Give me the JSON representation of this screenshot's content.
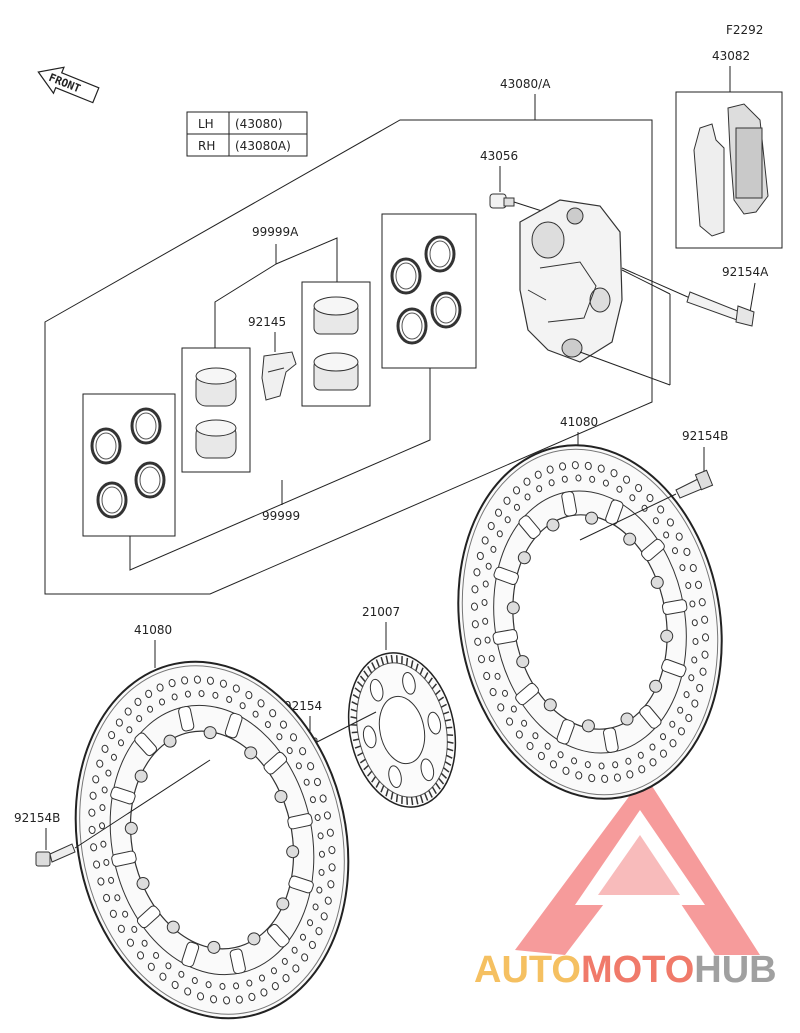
{
  "diagram": {
    "code": "F2292",
    "front_label": "FRONT",
    "table": [
      {
        "side": "LH",
        "part": "(43080)"
      },
      {
        "side": "RH",
        "part": "(43080A)"
      }
    ],
    "labels": {
      "caliper_assy": "43080/A",
      "pads": "43082",
      "bleeder": "43056",
      "seal_kit_a": "99999A",
      "pad_spring": "92145",
      "caliper_bolt": "92154A",
      "seal_kit": "99999",
      "disc_right": "41080",
      "disc_bolt_right": "92154B",
      "sensor_rotor": "21007",
      "rotor_bolt": "92154",
      "disc_left": "41080",
      "disc_bolt_left": "92154B"
    },
    "colors": {
      "line": "#222222",
      "watermark_red": "#f05a5a",
      "watermark_orange": "#f5b041",
      "watermark_gray": "#9a9a9a"
    }
  },
  "watermark": {
    "auto": "AUTO",
    "moto": "MOTO",
    "hub": "HUB"
  }
}
